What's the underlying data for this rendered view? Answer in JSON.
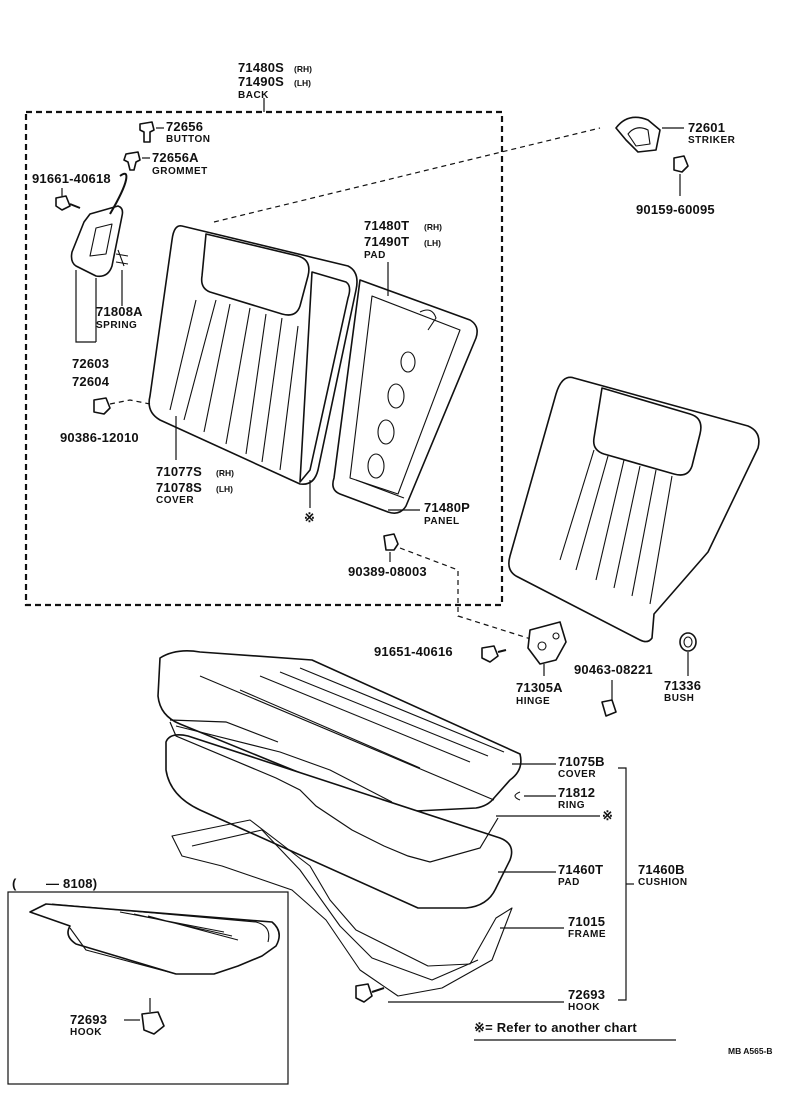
{
  "back": {
    "pn_rh": "71480S",
    "pn_lh": "71490S",
    "tag_rh": "(RH)",
    "tag_lh": "(LH)",
    "name": "BACK"
  },
  "parts": {
    "button": {
      "pn": "72656",
      "name": "BUTTON"
    },
    "grommet": {
      "pn": "72656A",
      "name": "GROMMET"
    },
    "bolt_top": {
      "pn": "91661-40618"
    },
    "spring": {
      "pn": "71808A",
      "name": "SPRING"
    },
    "lock_1": {
      "pn": "72603"
    },
    "lock_2": {
      "pn": "72604"
    },
    "nut": {
      "pn": "90386-12010"
    },
    "cover_back": {
      "pn_rh": "71077S",
      "pn_lh": "71078S",
      "tag_rh": "(RH)",
      "tag_lh": "(LH)",
      "name": "COVER"
    },
    "pad_back": {
      "pn_rh": "71480T",
      "pn_lh": "71490T",
      "tag_rh": "(RH)",
      "tag_lh": "(LH)",
      "name": "PAD"
    },
    "panel": {
      "pn": "71480P",
      "name": "PANEL"
    },
    "clip": {
      "pn": "90389-08003"
    },
    "striker": {
      "pn": "72601",
      "name": "STRIKER"
    },
    "striker_bolt": {
      "pn": "90159-60095"
    },
    "hinge_bolt": {
      "pn": "91651-40616"
    },
    "hinge": {
      "pn": "71305A",
      "name": "HINGE"
    },
    "hinge_screw": {
      "pn": "90463-08221"
    },
    "bush": {
      "pn": "71336",
      "name": "BUSH"
    },
    "cover_cushion": {
      "pn": "71075B",
      "name": "COVER"
    },
    "ring": {
      "pn": "71812",
      "name": "RING"
    },
    "pad_cushion": {
      "pn": "71460T",
      "name": "PAD"
    },
    "cushion": {
      "pn": "71460B",
      "name": "CUSHION"
    },
    "frame": {
      "pn": "71015",
      "name": "FRAME"
    },
    "hook_right": {
      "pn": "72693",
      "name": "HOOK"
    },
    "hook_left": {
      "pn": "72693",
      "name": "HOOK"
    }
  },
  "marks": {
    "refer_symbol": "※",
    "refer_note": "※= Refer to another chart",
    "inset_open": "(",
    "inset_range": "— 8108)",
    "footer_code": "MB  A565-B"
  }
}
